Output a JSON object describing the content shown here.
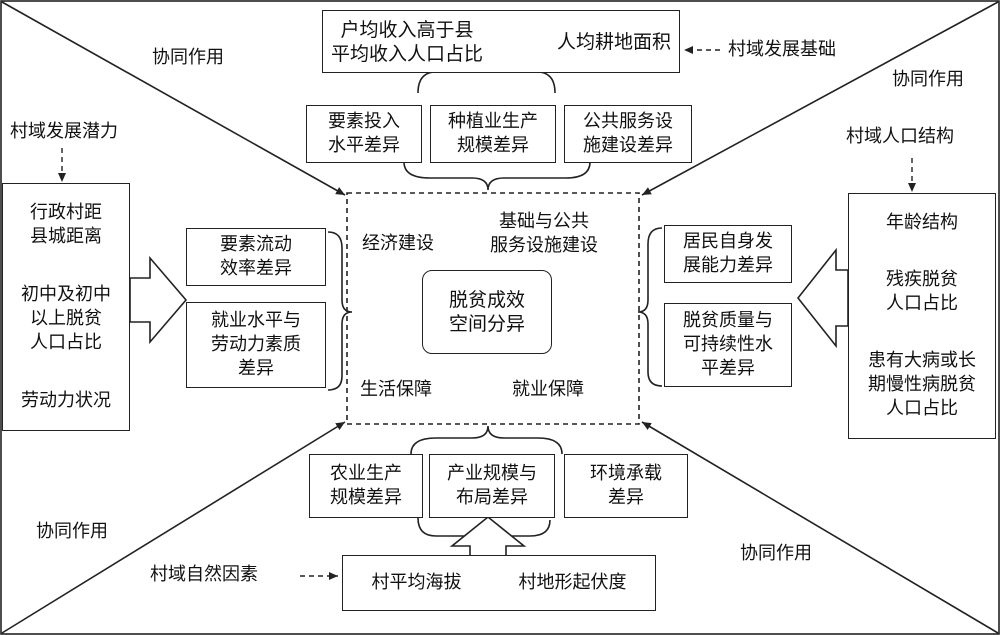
{
  "outer_top": {
    "left_text": "户均收入高于县\n平均收入人口占比",
    "right_text": "人均耕地面积"
  },
  "label_top_base": "村域发展基础",
  "top_boxes": [
    "要素投入\n水平差异",
    "种植业生产\n规模差异",
    "公共服务设\n施建设差异"
  ],
  "label_left_potential": "村域发展潜力",
  "left_outer": [
    "行政村距\n县城距离",
    "初中及初中\n以上脱贫\n人口占比",
    "劳动力状况"
  ],
  "left_boxes": [
    "要素流动\n效率差异",
    "就业水平与\n劳动力素质\n差异"
  ],
  "label_right_structure": "村域人口结构",
  "right_outer": [
    "年龄结构",
    "残疾脱贫\n人口占比",
    "患有大病或长\n期慢性病脱贫\n人口占比"
  ],
  "right_boxes": [
    "居民自身发\n展能力差异",
    "脱贫质量与\n可持续性水\n平差异"
  ],
  "center": {
    "econ": "经济建设",
    "infra": "基础与公共\n服务设施建设",
    "core": "脱贫成效\n空间分异",
    "life": "生活保障",
    "employ": "就业保障"
  },
  "bottom_boxes": [
    "农业生产\n规模差异",
    "产业规模与\n布局差异",
    "环境承载\n差异"
  ],
  "label_bottom_nature": "村域自然因素",
  "bottom_outer": {
    "left_text": "村平均海拔",
    "right_text": "村地形起伏度"
  },
  "synergy": {
    "top_left": "协同作用",
    "top_right": "协同作用",
    "bottom_left": "协同作用",
    "bottom_right": "协同作用"
  }
}
